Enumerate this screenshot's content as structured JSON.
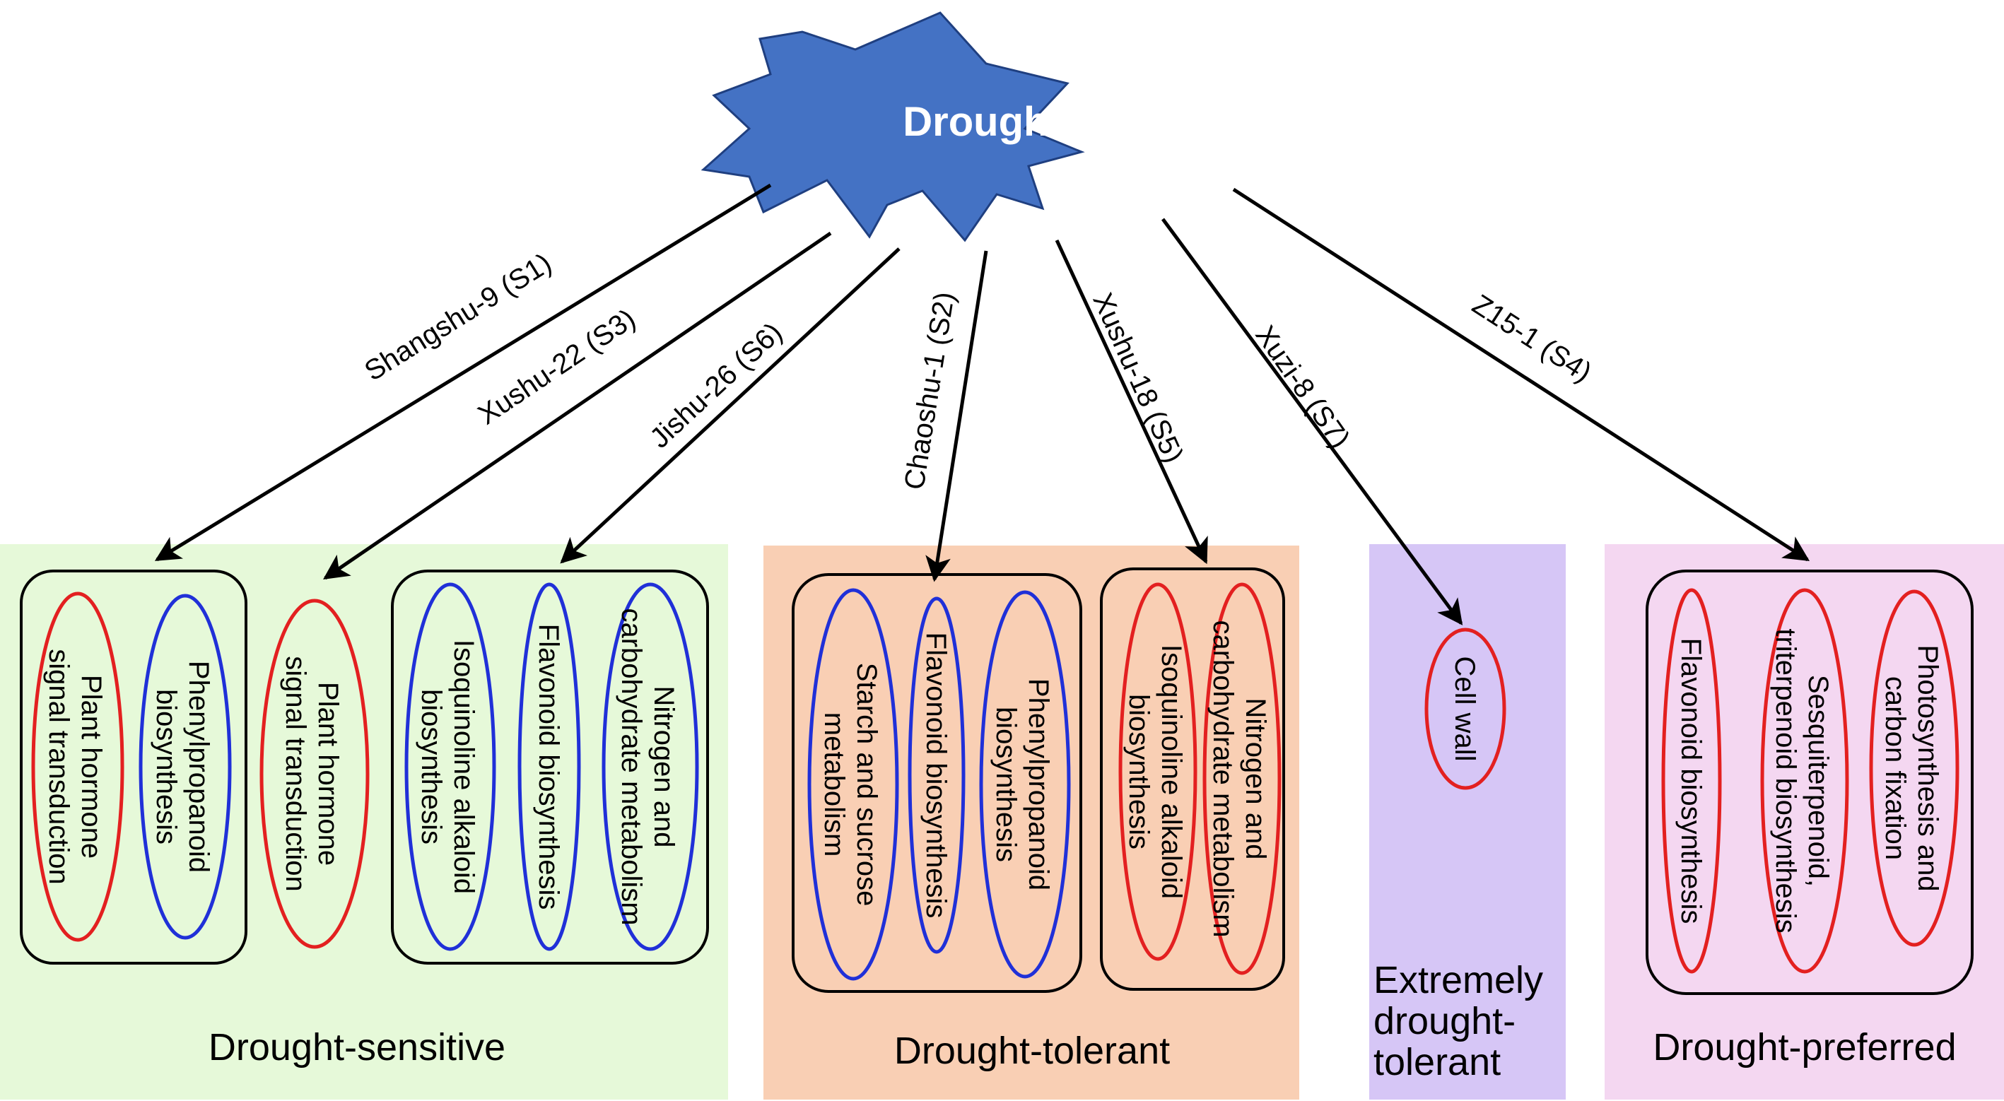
{
  "center": {
    "label": "Drought"
  },
  "colors": {
    "burst": "#4472c4",
    "sensitive_bg": "#e6f9d9",
    "tolerant_bg": "#f9cfb4",
    "extreme_bg": "#d6c6f6",
    "preferred_bg": "#f4d7f1",
    "red_pathway": "#e32020",
    "blue_pathway": "#2030d8"
  },
  "cultivars": {
    "s1": "Shangshu-9 (S1)",
    "s3": "Xushu-22 (S3)",
    "s6": "Jishu-26 (S6)",
    "s2": "Chaoshu-1 (S2)",
    "s5": "Xushu-18 (S5)",
    "s7": "Xuzi-8 (S7)",
    "s4": "Z15-1 (S4)"
  },
  "groups": {
    "sensitive": "Drought-sensitive",
    "tolerant": "Drought-tolerant",
    "extreme": [
      "Extremely",
      "drought-",
      "tolerant"
    ],
    "preferred": "Drought-preferred"
  },
  "pathways": {
    "s1_a": [
      "Plant hormone",
      "signal transduction"
    ],
    "s1_b": [
      "Phenylpropanoid",
      "biosynthesis"
    ],
    "s3_a": [
      "Plant hormone",
      "signal transduction"
    ],
    "s6_a": [
      "Isoquinoline alkaloid",
      "biosynthesis"
    ],
    "s6_b": [
      "Flavonoid biosynthesis"
    ],
    "s6_c": [
      "Nitrogen and",
      "carbohydrate metabolism"
    ],
    "s2_a": [
      "Starch and sucrose",
      "metabolism"
    ],
    "s2_b": [
      "Flavonoid biosynthesis"
    ],
    "s2_c": [
      "Phenylpropanoid",
      "biosynthesis"
    ],
    "s5_a": [
      "Isoquinoline alkaloid",
      "biosynthesis"
    ],
    "s5_b": [
      "Nitrogen and",
      "carbohydrate metabolism"
    ],
    "s7_a": [
      "Cell wall"
    ],
    "s4_a": [
      "Flavonoid biosynthesis"
    ],
    "s4_b": [
      "Sesquiterpenoid,",
      "triterpenoid biosynthesis"
    ],
    "s4_c": [
      "Photosynthesis and",
      "carbon fixation"
    ]
  }
}
